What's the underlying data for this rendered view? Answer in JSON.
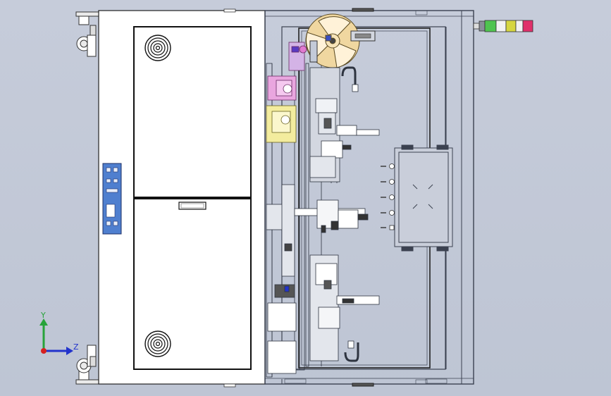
{
  "viewport": {
    "background": "#c3cad8",
    "machine_panel_color": "#ffffff",
    "frame_color": "#4a5060",
    "blue_plate_color": "#4f7fcf",
    "wheel_color": "#f0d7a0",
    "pink_part_color": "#e9a6df",
    "yellow_part_color": "#f3ec9e"
  },
  "triad": {
    "y_label": "Y",
    "z_label": "Z",
    "y_color": "#27a33a",
    "z_color": "#2233cc",
    "x_color": "#d62020"
  },
  "signal_tower": {
    "lights": [
      {
        "name": "green-light",
        "color": "#4fc44f"
      },
      {
        "name": "white-light",
        "color": "#f2f2f2"
      },
      {
        "name": "yellow-light",
        "color": "#d6d640"
      },
      {
        "name": "red-light",
        "color": "#e0306a"
      }
    ]
  }
}
